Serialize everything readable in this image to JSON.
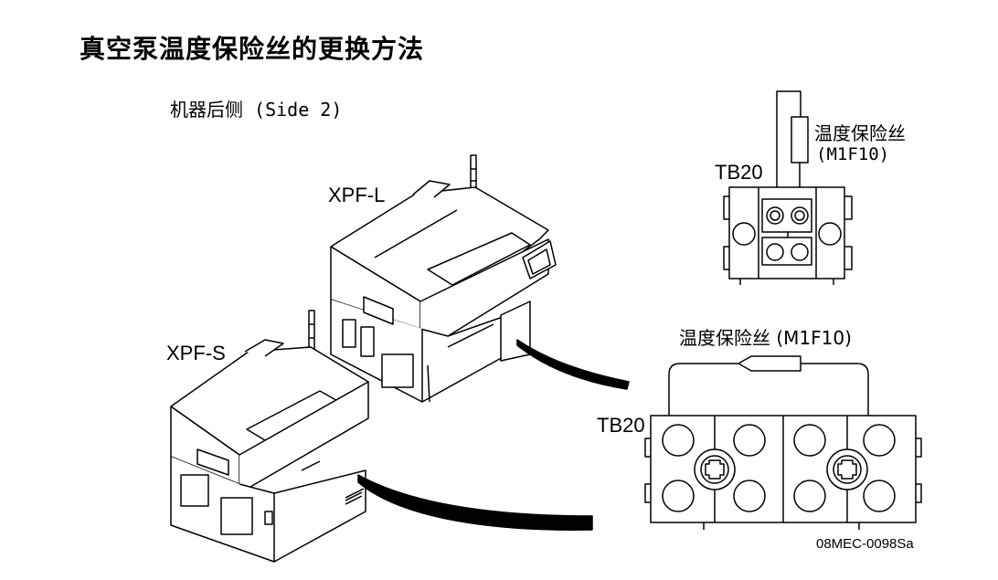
{
  "title": "真空泵温度保险丝的更换方法",
  "view_label": "机器后侧 (Side 2)",
  "machines": {
    "large": "XPF-L",
    "small": "XPF-S"
  },
  "terminal_block_top": {
    "label": "TB20",
    "fuse_name": "温度保险丝",
    "fuse_code": "(M1F10)"
  },
  "terminal_block_detail": {
    "label": "TB20",
    "fuse_caption": "温度保险丝 (M1F10)"
  },
  "figure_id": "08MEC-0098Sa"
}
